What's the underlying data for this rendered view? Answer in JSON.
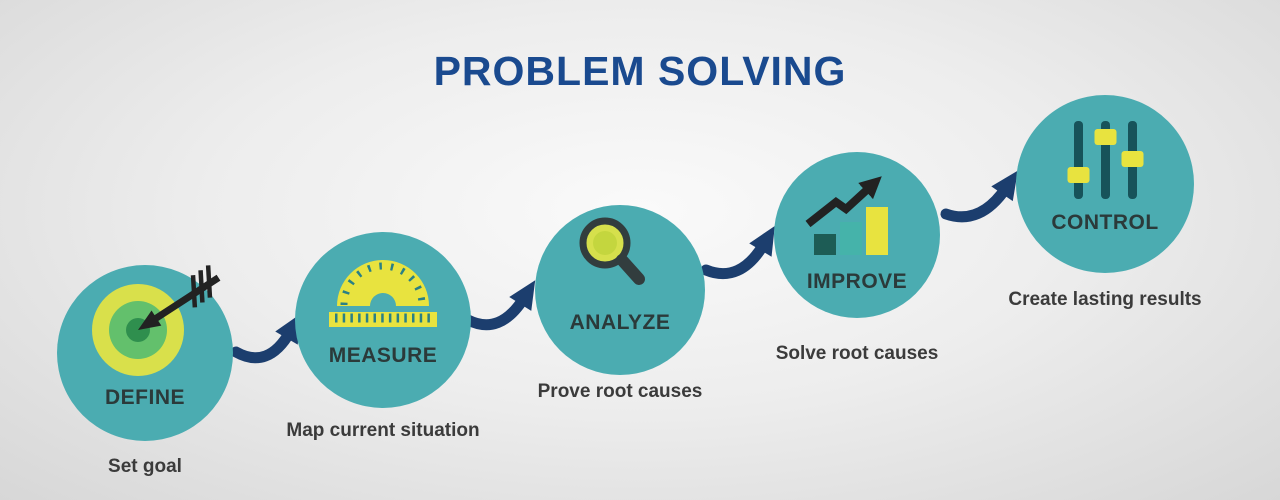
{
  "title": "PROBLEM SOLVING",
  "steps": [
    {
      "label": "DEFINE",
      "subtitle": "Set goal",
      "icon": "target-icon"
    },
    {
      "label": "MEASURE",
      "subtitle": "Map current situation",
      "icon": "protractor-icon"
    },
    {
      "label": "ANALYZE",
      "subtitle": "Prove root causes",
      "icon": "magnifier-icon"
    },
    {
      "label": "IMPROVE",
      "subtitle": "Solve root causes",
      "icon": "bar-chart-icon"
    },
    {
      "label": "CONTROL",
      "subtitle": "Create lasting results",
      "icon": "sliders-icon"
    }
  ],
  "colors": {
    "circle_teal": "#4BACB1",
    "title_blue": "#1A4A8F",
    "arrow_navy": "#1C3E6E",
    "accent_yellow_green": "#D9E04B",
    "accent_yellow": "#E8E33F",
    "icon_dark": "#222222",
    "label_dark": "#2B3A3A",
    "subtitle_gray": "#3B3B3B"
  }
}
